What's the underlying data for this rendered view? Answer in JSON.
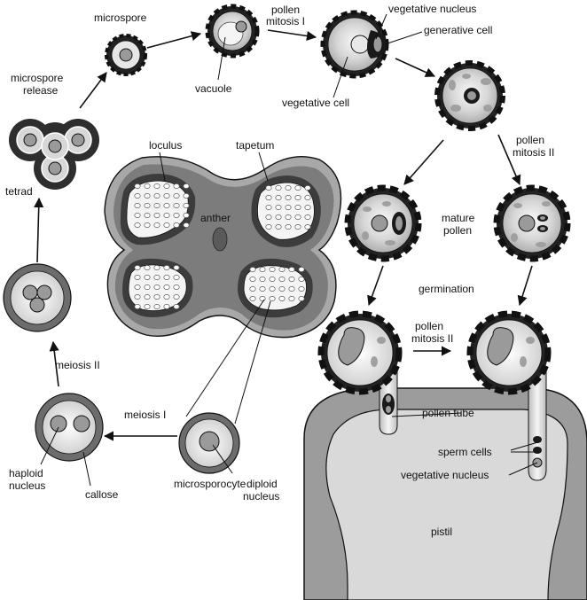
{
  "labels": {
    "microspore": "microspore",
    "pollen_mitosis_i_1": "pollen",
    "pollen_mitosis_i_2": "mitosis I",
    "vegetative_nucleus_top": "vegetative nucleus",
    "generative_cell": "generative cell",
    "vegetative_cell": "vegetative cell",
    "vacuole": "vacuole",
    "microspore_release_1": "microspore",
    "microspore_release_2": "release",
    "tetrad": "tetrad",
    "loculus": "loculus",
    "tapetum": "tapetum",
    "anther": "anther",
    "pollen_mitosis_ii_right_1": "pollen",
    "pollen_mitosis_ii_right_2": "mitosis II",
    "mature_pollen_1": "mature",
    "mature_pollen_2": "pollen",
    "germination": "germination",
    "pollen_mitosis_ii_bottom_1": "pollen",
    "pollen_mitosis_ii_bottom_2": "mitosis II",
    "meiosis_ii": "meiosis II",
    "meiosis_i": "meiosis I",
    "pollen_tube": "pollen tube",
    "sperm_cells": "sperm cells",
    "vegetative_nucleus_bottom": "vegetative nucleus",
    "haploid_nucleus_1": "haploid",
    "haploid_nucleus_2": "nucleus",
    "callose": "callose",
    "microsporocyte": "microsporocyte",
    "diploid_nucleus_1": "diploid",
    "diploid_nucleus_2": "nucleus",
    "pistil": "pistil"
  },
  "colors": {
    "ink": "#111111",
    "anther_tissue": "#7a7a7a",
    "anther_rim": "#a8a8a8",
    "tapetum": "#3c3c3c",
    "loculus": "#f4f4f4",
    "callose_wall": "#6c6c6c",
    "pistil": "#d9d9d9",
    "nucleus": "#9a9a9a",
    "pollen_wall": "#1a1a1a",
    "cytoplasm_light": "#f6f6f6",
    "cytoplasm_dark": "#b9b9b9"
  }
}
